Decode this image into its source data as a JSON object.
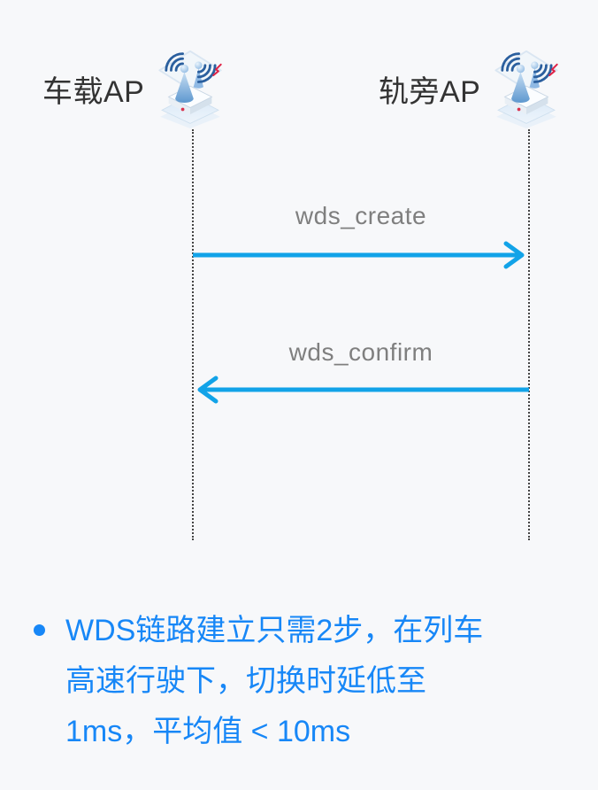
{
  "diagram": {
    "actors": [
      {
        "name": "车载AP",
        "icon": "wireless-ap-icon"
      },
      {
        "name": "轨旁AP",
        "icon": "wireless-ap-icon"
      }
    ],
    "messages": [
      {
        "label": "wds_create",
        "from": "车载AP",
        "to": "轨旁AP",
        "direction": "left-to-right"
      },
      {
        "label": "wds_confirm",
        "from": "轨旁AP",
        "to": "车载AP",
        "direction": "right-to-left"
      }
    ]
  },
  "notes": {
    "bullet": {
      "full_text": "WDS链路建立只需2步，在列车高速行驶下，切换时延低至1ms，平均值 < 10ms",
      "lines": [
        "WDS链路建立只需2步，在列车",
        "高速行驶下，切换时延低至",
        "1ms，平均值 < 10ms"
      ]
    }
  },
  "colors": {
    "background": "#F7F8FA",
    "actor_label": "#333333",
    "message_label": "#7F7F7F",
    "arrow_blue": "#12A3E8",
    "bullet_blue": "#1787F7",
    "lifeline": "#444444",
    "icon_dark_blue": "#2B5F9E",
    "icon_red": "#E02447"
  }
}
